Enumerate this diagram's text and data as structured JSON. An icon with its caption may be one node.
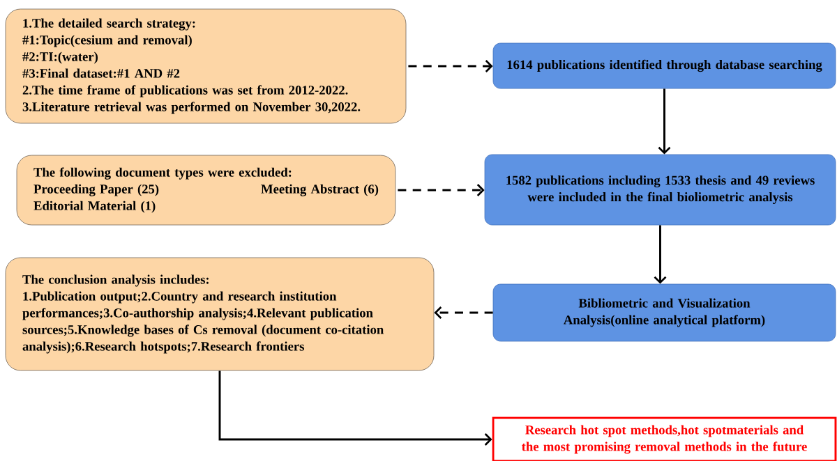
{
  "diagram": {
    "nodes": [
      {
        "text": [
          "1.The detailed search strategy:",
          "#1:Topic(cesium and removal)",
          "#2:TI:(water)",
          "#3:Final dataset:#1 AND #2",
          "2.The time frame of publications was set from 2012-2022.",
          "3.Literature retrieval was performed on November 30,2022."
        ]
      },
      {
        "text": [
          "The following document types were excluded:",
          "Proceeding Paper (25)",
          "Meeting Abstract (6)",
          "Editorial Material (1)"
        ]
      },
      {
        "text": [
          "The conclusion analysis includes:",
          "1.Publication output;2.Country and research institution performances;3.Co-authorship analysis;4.Relevant publication sources;5.Knowledge bases of Cs removal (document co-citation analysis);6.Research hotspots;7.Research frontiers"
        ]
      },
      {
        "text": [
          "1614 publications identified through database searching"
        ]
      },
      {
        "text": [
          "1582 publications including 1533 thesis and 49 reviews were included in the final bioliometric analysis"
        ]
      },
      {
        "text": [
          "Bibliometric and Visualization Analysis(online analytical platform)"
        ]
      },
      {
        "text": [
          "Research hot spot methods,hot spotmaterials and the most promising removal methods in the future"
        ]
      }
    ],
    "edges": [
      {
        "from": 0,
        "to": 3,
        "arrow": "to",
        "style": "dashed"
      },
      {
        "from": 1,
        "to": 4,
        "arrow": "to",
        "style": "dashed"
      },
      {
        "from": 3,
        "to": 4,
        "arrow": "to"
      },
      {
        "from": 4,
        "to": 5,
        "arrow": "to"
      },
      {
        "from": 5,
        "to": 2,
        "arrow": "to",
        "style": "dashed"
      },
      {
        "from": 2,
        "to": 6,
        "arrow": "to"
      }
    ]
  }
}
